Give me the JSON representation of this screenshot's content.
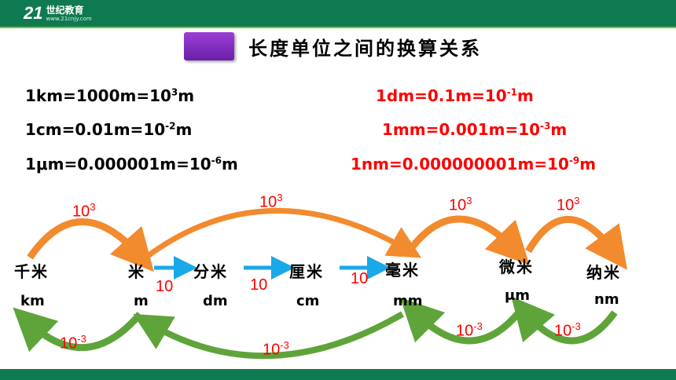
{
  "header": {
    "logo_mark": "21",
    "logo_text": "世纪教育",
    "logo_sub": "www.21cnjy.com"
  },
  "title": "长度单位之间的换算关系",
  "equations_left": [
    {
      "base": "1km=1000m=10",
      "exp": "3",
      "tail": "m"
    },
    {
      "base": "1cm=0.01m=10",
      "exp": "-2",
      "tail": "m"
    },
    {
      "base": "1μm=0.000001m=10",
      "exp": "-6",
      "tail": "m"
    }
  ],
  "equations_right": [
    {
      "base": "1dm=0.1m=10",
      "exp": "-1",
      "tail": "m"
    },
    {
      "base": "1mm=0.001m=10",
      "exp": "-3",
      "tail": "m"
    },
    {
      "base": "1nm=0.000000001m=10",
      "exp": "-9",
      "tail": "m"
    }
  ],
  "units": [
    {
      "cn": "千米",
      "sym": "km"
    },
    {
      "cn": "米",
      "sym": "m"
    },
    {
      "cn": "分米",
      "sym": "dm"
    },
    {
      "cn": "厘米",
      "sym": "cm"
    },
    {
      "cn": "毫米",
      "sym": "mm"
    },
    {
      "cn": "微米",
      "sym": "μm"
    },
    {
      "cn": "纳米",
      "sym": "nm"
    }
  ],
  "factors_up": [
    {
      "base": "10",
      "exp": "3"
    },
    {
      "base": "10",
      "exp": "3"
    },
    {
      "base": "10",
      "exp": "3"
    },
    {
      "base": "10",
      "exp": "3"
    }
  ],
  "factors_step": [
    "10",
    "10",
    "10"
  ],
  "factors_down": [
    {
      "base": "10",
      "exp": "-3"
    },
    {
      "base": "10",
      "exp": "-3"
    },
    {
      "base": "10",
      "exp": "-3"
    },
    {
      "base": "10",
      "exp": "-3"
    }
  ],
  "colors": {
    "header": "#0f7a50",
    "up_arc": "#f28a2e",
    "down_arc": "#5fa43a",
    "step_arrow": "#1aa8e8",
    "red_text": "#ff0000",
    "title_box": "#7b2cc0"
  }
}
